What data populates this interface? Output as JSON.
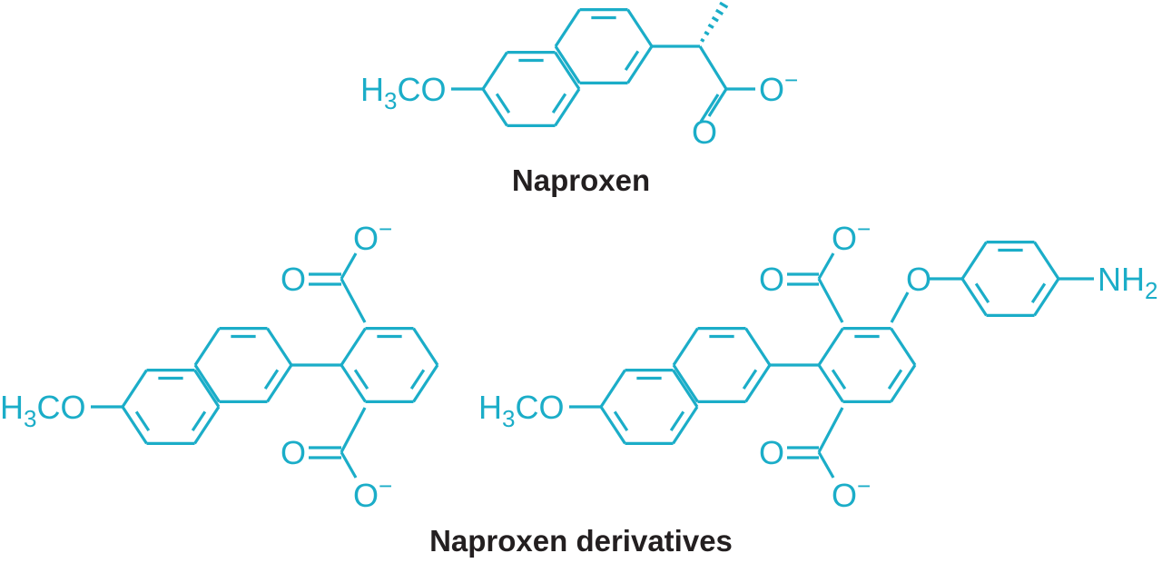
{
  "colors": {
    "structure": "#1badc8",
    "title": "#231f20"
  },
  "atoms": {
    "methoxy_h": "H",
    "methoxy_sub": "3",
    "methoxy_co": "CO",
    "oxygen": "O",
    "charge": "−",
    "amine_nh": "NH",
    "amine_sub": "2"
  },
  "titles": {
    "naproxen": "Naproxen",
    "derivatives": "Naproxen derivatives"
  }
}
